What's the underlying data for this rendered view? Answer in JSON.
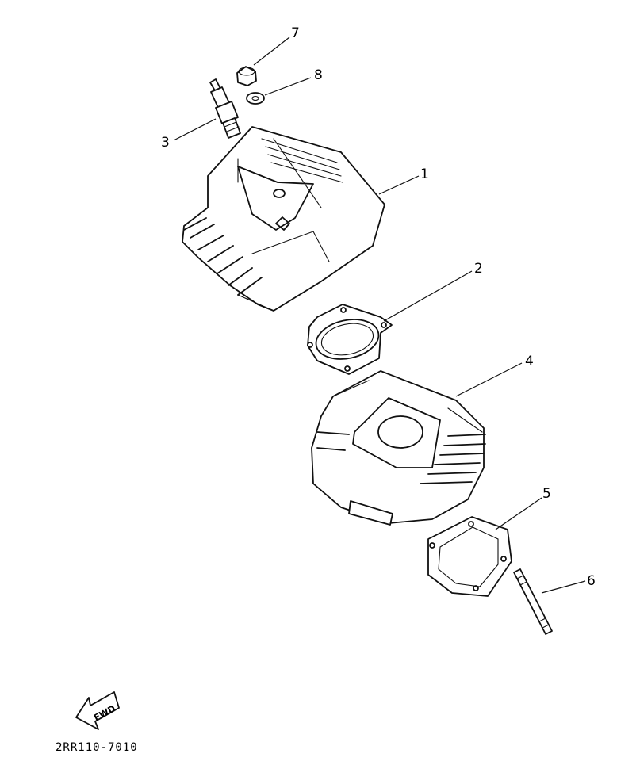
{
  "diagram": {
    "parts": [
      {
        "id": "cylinder-head",
        "callout": "1"
      },
      {
        "id": "head-gasket",
        "callout": "2"
      },
      {
        "id": "spark-plug",
        "callout": "3"
      },
      {
        "id": "cylinder",
        "callout": "4"
      },
      {
        "id": "base-gasket",
        "callout": "5"
      },
      {
        "id": "stud-bolt",
        "callout": "6"
      },
      {
        "id": "nut",
        "callout": "7"
      },
      {
        "id": "washer",
        "callout": "8"
      }
    ],
    "fwd_label": "FWD",
    "drawing_code": "2RR110-7010"
  }
}
